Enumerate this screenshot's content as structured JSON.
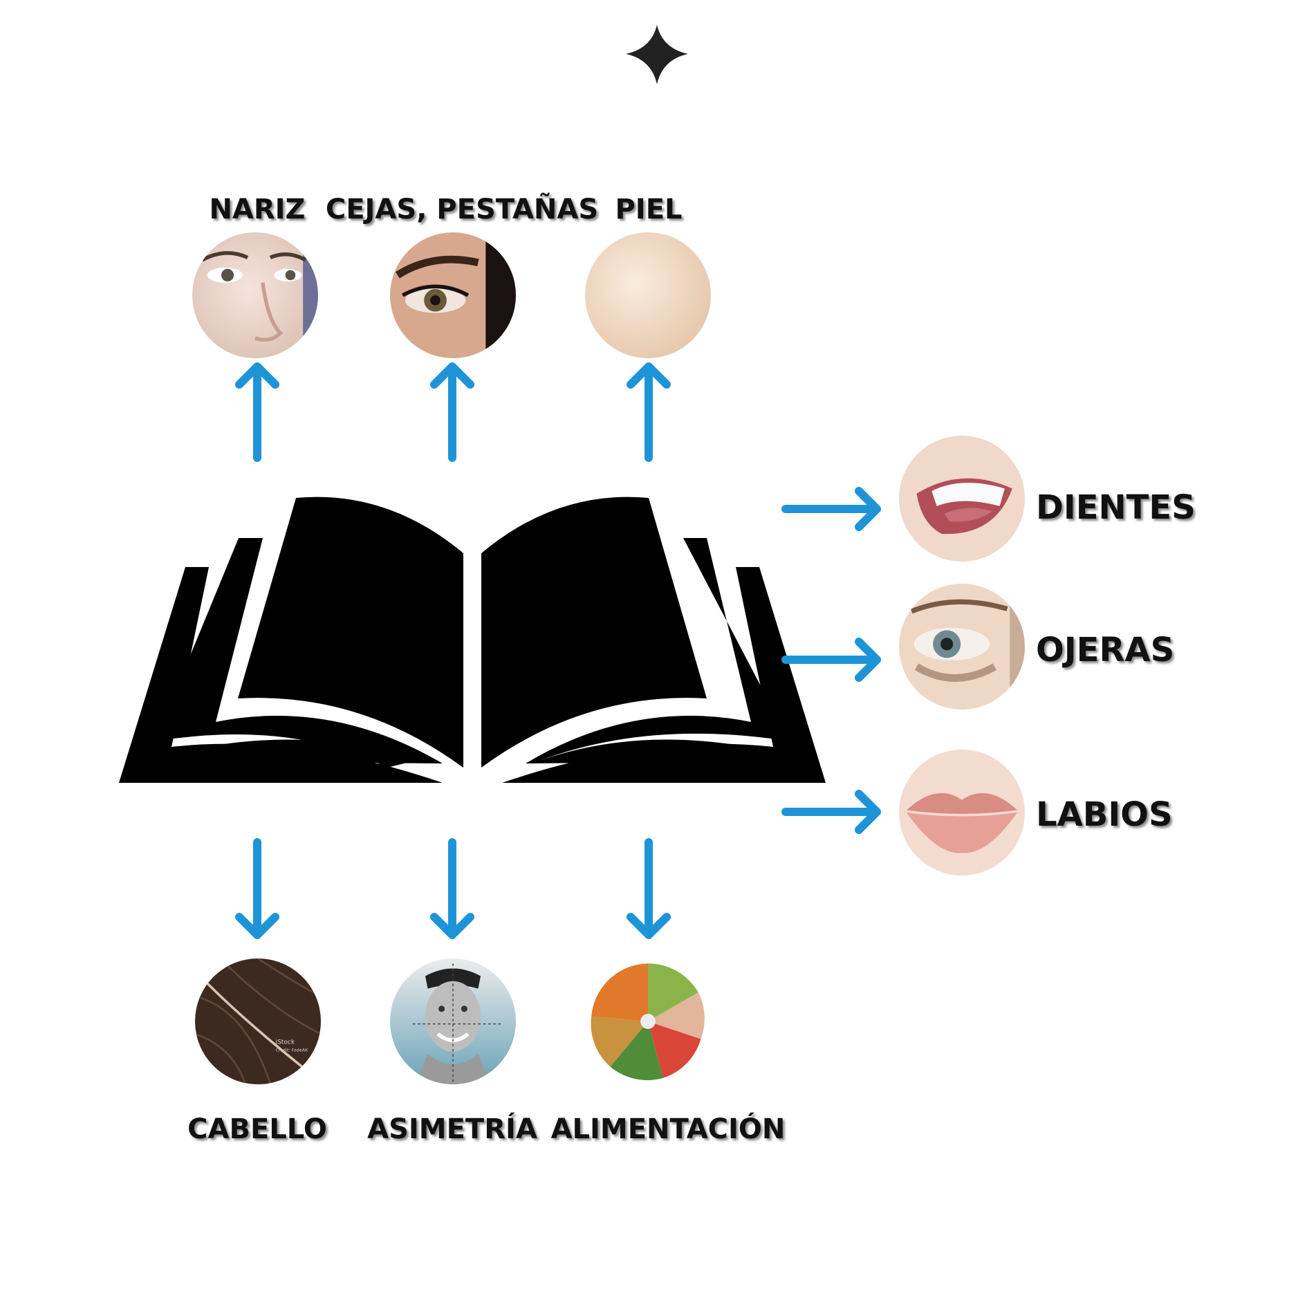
{
  "top_topics": [
    "NARIZ",
    "CEJAS, PESTAÑAS",
    "PIEL"
  ],
  "bottom_topics": [
    "CABELLO",
    "ASIMETRÍA",
    "ALIMENTACIÓN"
  ],
  "right_topics": [
    "DIENTES",
    "OJERAS",
    "LABIOS"
  ],
  "thumbnail_watermark": "iStock",
  "thumbnail_watermark_sub": "Credit: FadeAK",
  "colors": {
    "arrow": "#1e94d8",
    "book": "#000000",
    "label": "#111111"
  },
  "icons": {
    "header": "four-point-star-icon",
    "center": "open-book-icon"
  }
}
